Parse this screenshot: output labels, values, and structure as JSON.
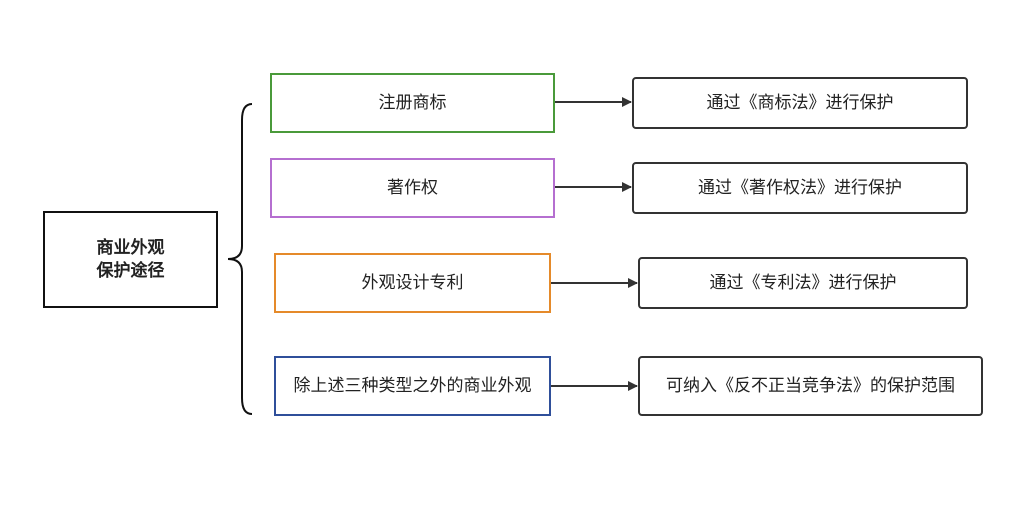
{
  "root": {
    "line1": "商业外观",
    "line2": "保护途径"
  },
  "colors": {
    "trademark": "#4a9a3a",
    "copyright": "#b56fd0",
    "design": "#e58a2a",
    "other": "#2f4f9a",
    "neutral": "#333333"
  },
  "branches": [
    {
      "category": "注册商标",
      "result": "通过《商标法》进行保护"
    },
    {
      "category": "著作权",
      "result": "通过《著作权法》进行保护"
    },
    {
      "category": "外观设计专利",
      "result": "通过《专利法》进行保护"
    },
    {
      "category": "除上述三种类型之外的商业外观",
      "result": "可纳入《反不正当竞争法》的保护范围"
    }
  ]
}
